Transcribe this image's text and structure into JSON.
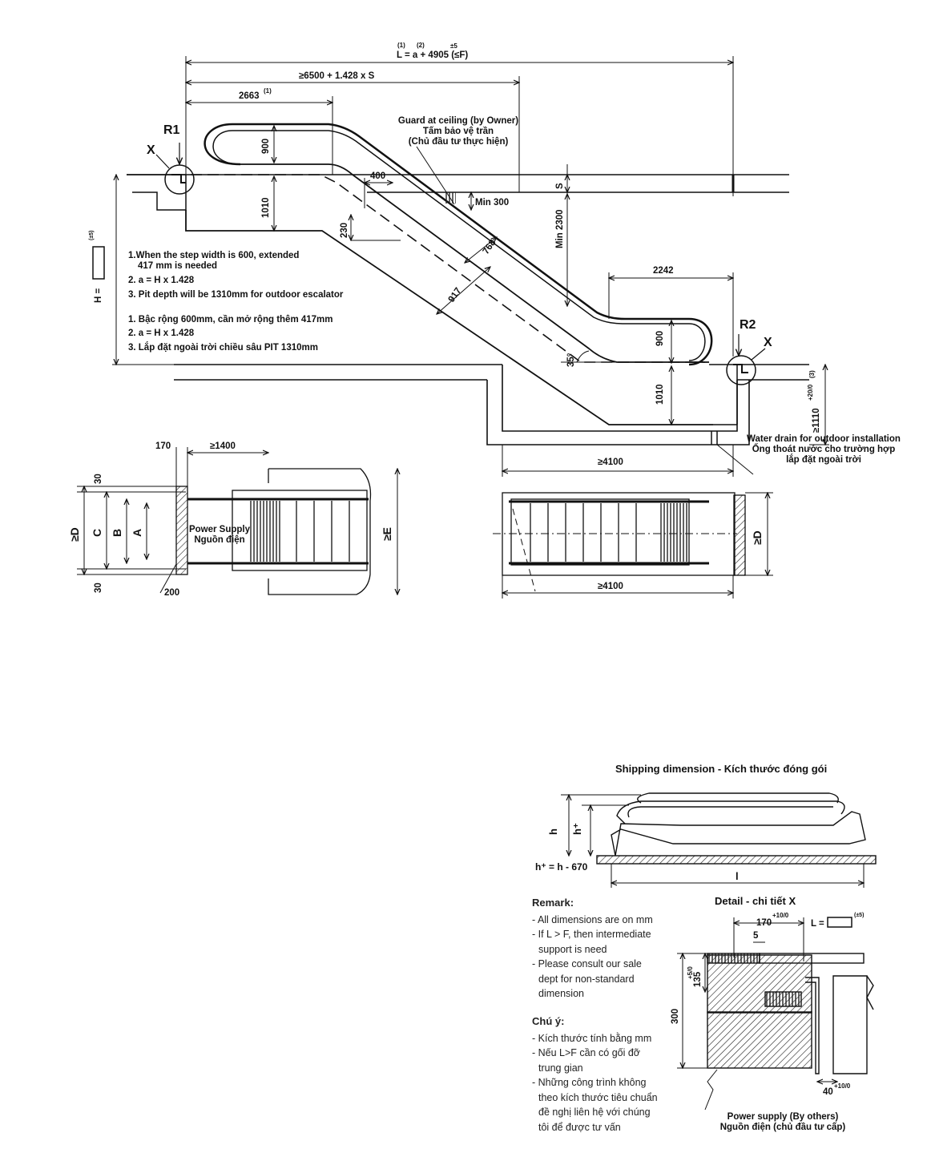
{
  "top": {
    "L_formula": "L = a + 4905 (≤F)",
    "L_sup1": "(1)",
    "L_sup2": "(2)",
    "L_tol": "±5",
    "len_6500": "≥6500 + 1.428 x S",
    "len_2663": "2663",
    "len_2663_sup": "(1)",
    "guard": [
      "Guard at ceiling (by Owner)",
      "Tấm bảo vệ trần",
      "(Chủ đầu tư thực hiện)"
    ],
    "R1": "R1",
    "R2": "R2",
    "X": "X",
    "d900_top": "900",
    "d1010_top": "1010",
    "d400": "400",
    "d230": "230",
    "d768": "768",
    "d917": "917",
    "min300": "Min 300",
    "min2300": "Min 2300",
    "S": "S",
    "d2242": "2242",
    "d900_bot": "900",
    "d35": "35°",
    "d1010_bot": "1010",
    "d1110": "≥1110",
    "d1110_sup": "(3)",
    "d1110_tol": "+20/0",
    "H_label": "H =",
    "H_tol": "(±5)",
    "notes_en": [
      "1.When the step width is 600, extended",
      "417 mm is needed",
      "2. a = H x 1.428",
      "3. Pit depth will be 1310mm for outdoor escalator"
    ],
    "notes_vi": [
      "1. Bậc rộng 600mm, cần mở rộng thêm 417mm",
      "2. a = H x 1.428",
      "3. Lắp đặt ngoài trời  chiều sâu PIT 1310mm"
    ],
    "drain": [
      "Water drain for outdoor installation",
      "Ống thoát nước cho trường hợp",
      "lắp đặt ngoài trời"
    ],
    "d4100_side": "≥4100"
  },
  "plan_left": {
    "d170": "170",
    "d1400": "≥1400",
    "d30_top": "30",
    "d30_bot": "30",
    "D": "≥D",
    "C": "C",
    "B": "B",
    "A": "A",
    "E": "≥E",
    "d200": "200",
    "power": [
      "Power Supply",
      "Nguồn điện"
    ]
  },
  "plan_right": {
    "D": "≥D",
    "d4100": "≥4100"
  },
  "shipping": {
    "title": "Shipping dimension - Kích thước đóng gói",
    "h": "h",
    "hplus": "h⁺",
    "hplus_eq": "h⁺ = h - 670",
    "l": "l"
  },
  "remark": {
    "title": "Remark:",
    "items": [
      "- All dimensions are on mm",
      "- If L > F, then intermediate",
      "  support is need",
      "- Please consult our sale",
      "  dept for non-standard",
      "  dimension"
    ]
  },
  "chuy": {
    "title": "Chú ý:",
    "items": [
      "- Kích thước tính bằng mm",
      "- Nếu L>F cần có gối đỡ",
      "  trung gian",
      "- Những công trình không",
      "  theo kích thước tiêu chuẩn",
      "  đề nghị liên hệ với chúng",
      "  tôi để được tư vấn"
    ]
  },
  "detail": {
    "title": "Detail - chi tiết X",
    "d170": "170",
    "d170_tol": "+10/0",
    "d5": "5",
    "L_eq": "L =",
    "L_tol": "(±5)",
    "d135": "135",
    "d135_tol": "+5/0",
    "d300": "300",
    "d40": "40",
    "d40_tol": "+10/0",
    "power": [
      "Power supply (By others)",
      "Nguồn điện (chủ đầu tư cấp)"
    ]
  },
  "colors": {
    "ink": "#111111",
    "paper": "#ffffff"
  }
}
